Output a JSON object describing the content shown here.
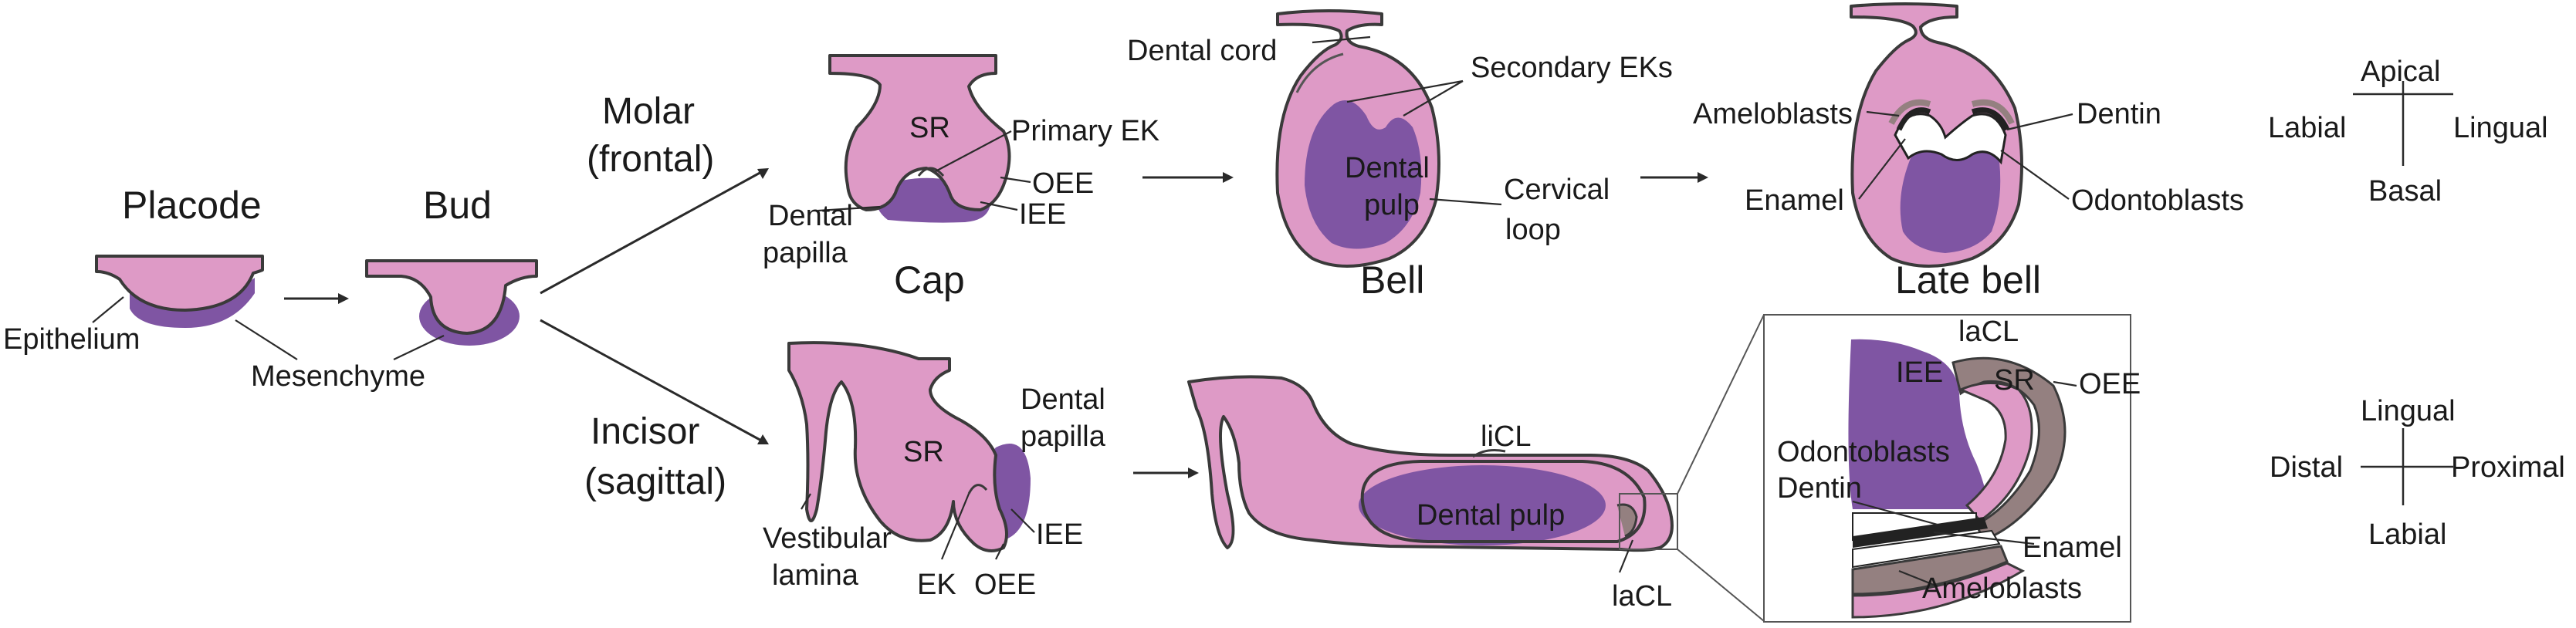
{
  "titles": {
    "placode": "Placode",
    "bud": "Bud",
    "cap": "Cap",
    "bell": "Bell",
    "late_bell": "Late bell"
  },
  "branches": {
    "molar_line1": "Molar",
    "molar_line2": "(frontal)",
    "incisor_line1": "Incisor",
    "incisor_line2": "(sagittal)"
  },
  "labels": {
    "epithelium": "Epithelium",
    "mesenchyme": "Mesenchyme",
    "cap_sr": "SR",
    "primary_ek": "Primary EK",
    "oee": "OEE",
    "iee": "IEE",
    "dental_papilla_l1": "Dental",
    "dental_papilla_l2": "papilla",
    "dental_cord": "Dental cord",
    "secondary_eks": "Secondary EKs",
    "dental_pulp_l1": "Dental",
    "dental_pulp_l2": "pulp",
    "cervical_loop_l1": "Cervical",
    "cervical_loop_l2": "loop",
    "ameloblasts": "Ameloblasts",
    "dentin": "Dentin",
    "enamel": "Enamel",
    "odontoblasts": "Odontoblasts",
    "inc_sr": "SR",
    "vestibular_l1": "Vestibular",
    "vestibular_l2": "lamina",
    "ek": "EK",
    "inc_oee": "OEE",
    "inc_iee": "IEE",
    "inc_papilla_l1": "Dental",
    "inc_papilla_l2": "papilla",
    "licl": "liCL",
    "lacl": "laCL",
    "inc_dental_pulp": "Dental pulp",
    "inset_lacl": "laCL",
    "inset_iee": "IEE",
    "inset_sr": "SR",
    "inset_oee": "OEE",
    "inset_odontoblasts": "Odontoblasts",
    "inset_dentin": "Dentin",
    "inset_enamel": "Enamel",
    "inset_ameloblasts": "Ameloblasts"
  },
  "orientation_molar": {
    "top": "Apical",
    "bottom": "Basal",
    "left": "Labial",
    "right": "Lingual"
  },
  "orientation_incisor": {
    "top": "Lingual",
    "bottom": "Labial",
    "left": "Distal",
    "right": "Proximal"
  },
  "colors": {
    "epithelium": "#de9ac6",
    "mesenchyme": "#7f55a3",
    "enamel": "#ffffff",
    "dentin": "#222222",
    "ameloblasts": "#948080"
  }
}
